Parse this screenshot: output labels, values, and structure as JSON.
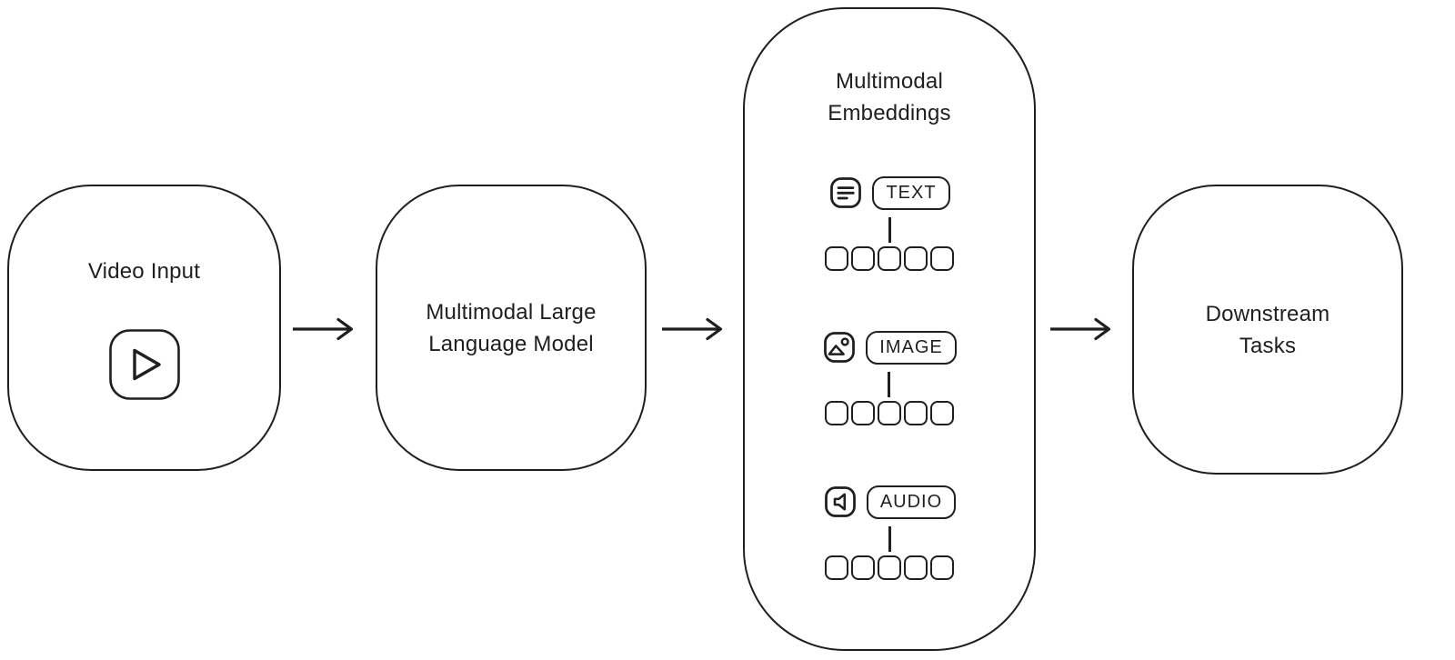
{
  "nodes": {
    "video_input": {
      "label": "Video Input"
    },
    "mllm": {
      "label": "Multimodal Large Language Model"
    },
    "embeddings": {
      "title": "Multimodal Embeddings",
      "modalities": [
        {
          "label": "TEXT",
          "icon": "text-lines-icon"
        },
        {
          "label": "IMAGE",
          "icon": "image-icon"
        },
        {
          "label": "AUDIO",
          "icon": "speaker-icon"
        }
      ],
      "tokens_per_modality": 5
    },
    "downstream": {
      "label": "Downstream Tasks"
    }
  },
  "icons": {
    "video_input_icon": "play-icon"
  },
  "flow": {
    "arrow_count": 3,
    "direction": "left-to-right"
  },
  "colors": {
    "background": "#ffffff",
    "stroke": "#1f1f1f",
    "text": "#1f1f1f"
  }
}
